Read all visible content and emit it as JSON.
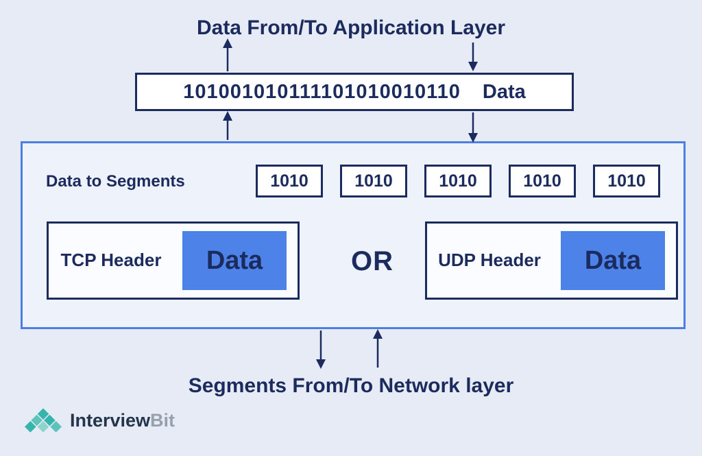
{
  "titles": {
    "top": "Data From/To Application Layer",
    "bottom": "Segments From/To Network layer"
  },
  "data_box": {
    "bits": "101001010111101010010110",
    "label": "Data"
  },
  "transport_box": {
    "segments_label": "Data to Segments",
    "segments": [
      "1010",
      "1010",
      "1010",
      "1010",
      "1010"
    ],
    "or_label": "OR",
    "tcp": {
      "header": "TCP Header",
      "data": "Data"
    },
    "udp": {
      "header": "UDP Header",
      "data": "Data"
    }
  },
  "logo": {
    "part1": "Interview",
    "part2": "Bit"
  },
  "colors": {
    "background": "#e7ebf5",
    "navy_text": "#1c2b5e",
    "transport_border_blue": "#4d7fe3",
    "data_fill_blue": "#4d82e8",
    "logo_teal": "#35b5ab",
    "logo_gray": "#97a1ad"
  }
}
